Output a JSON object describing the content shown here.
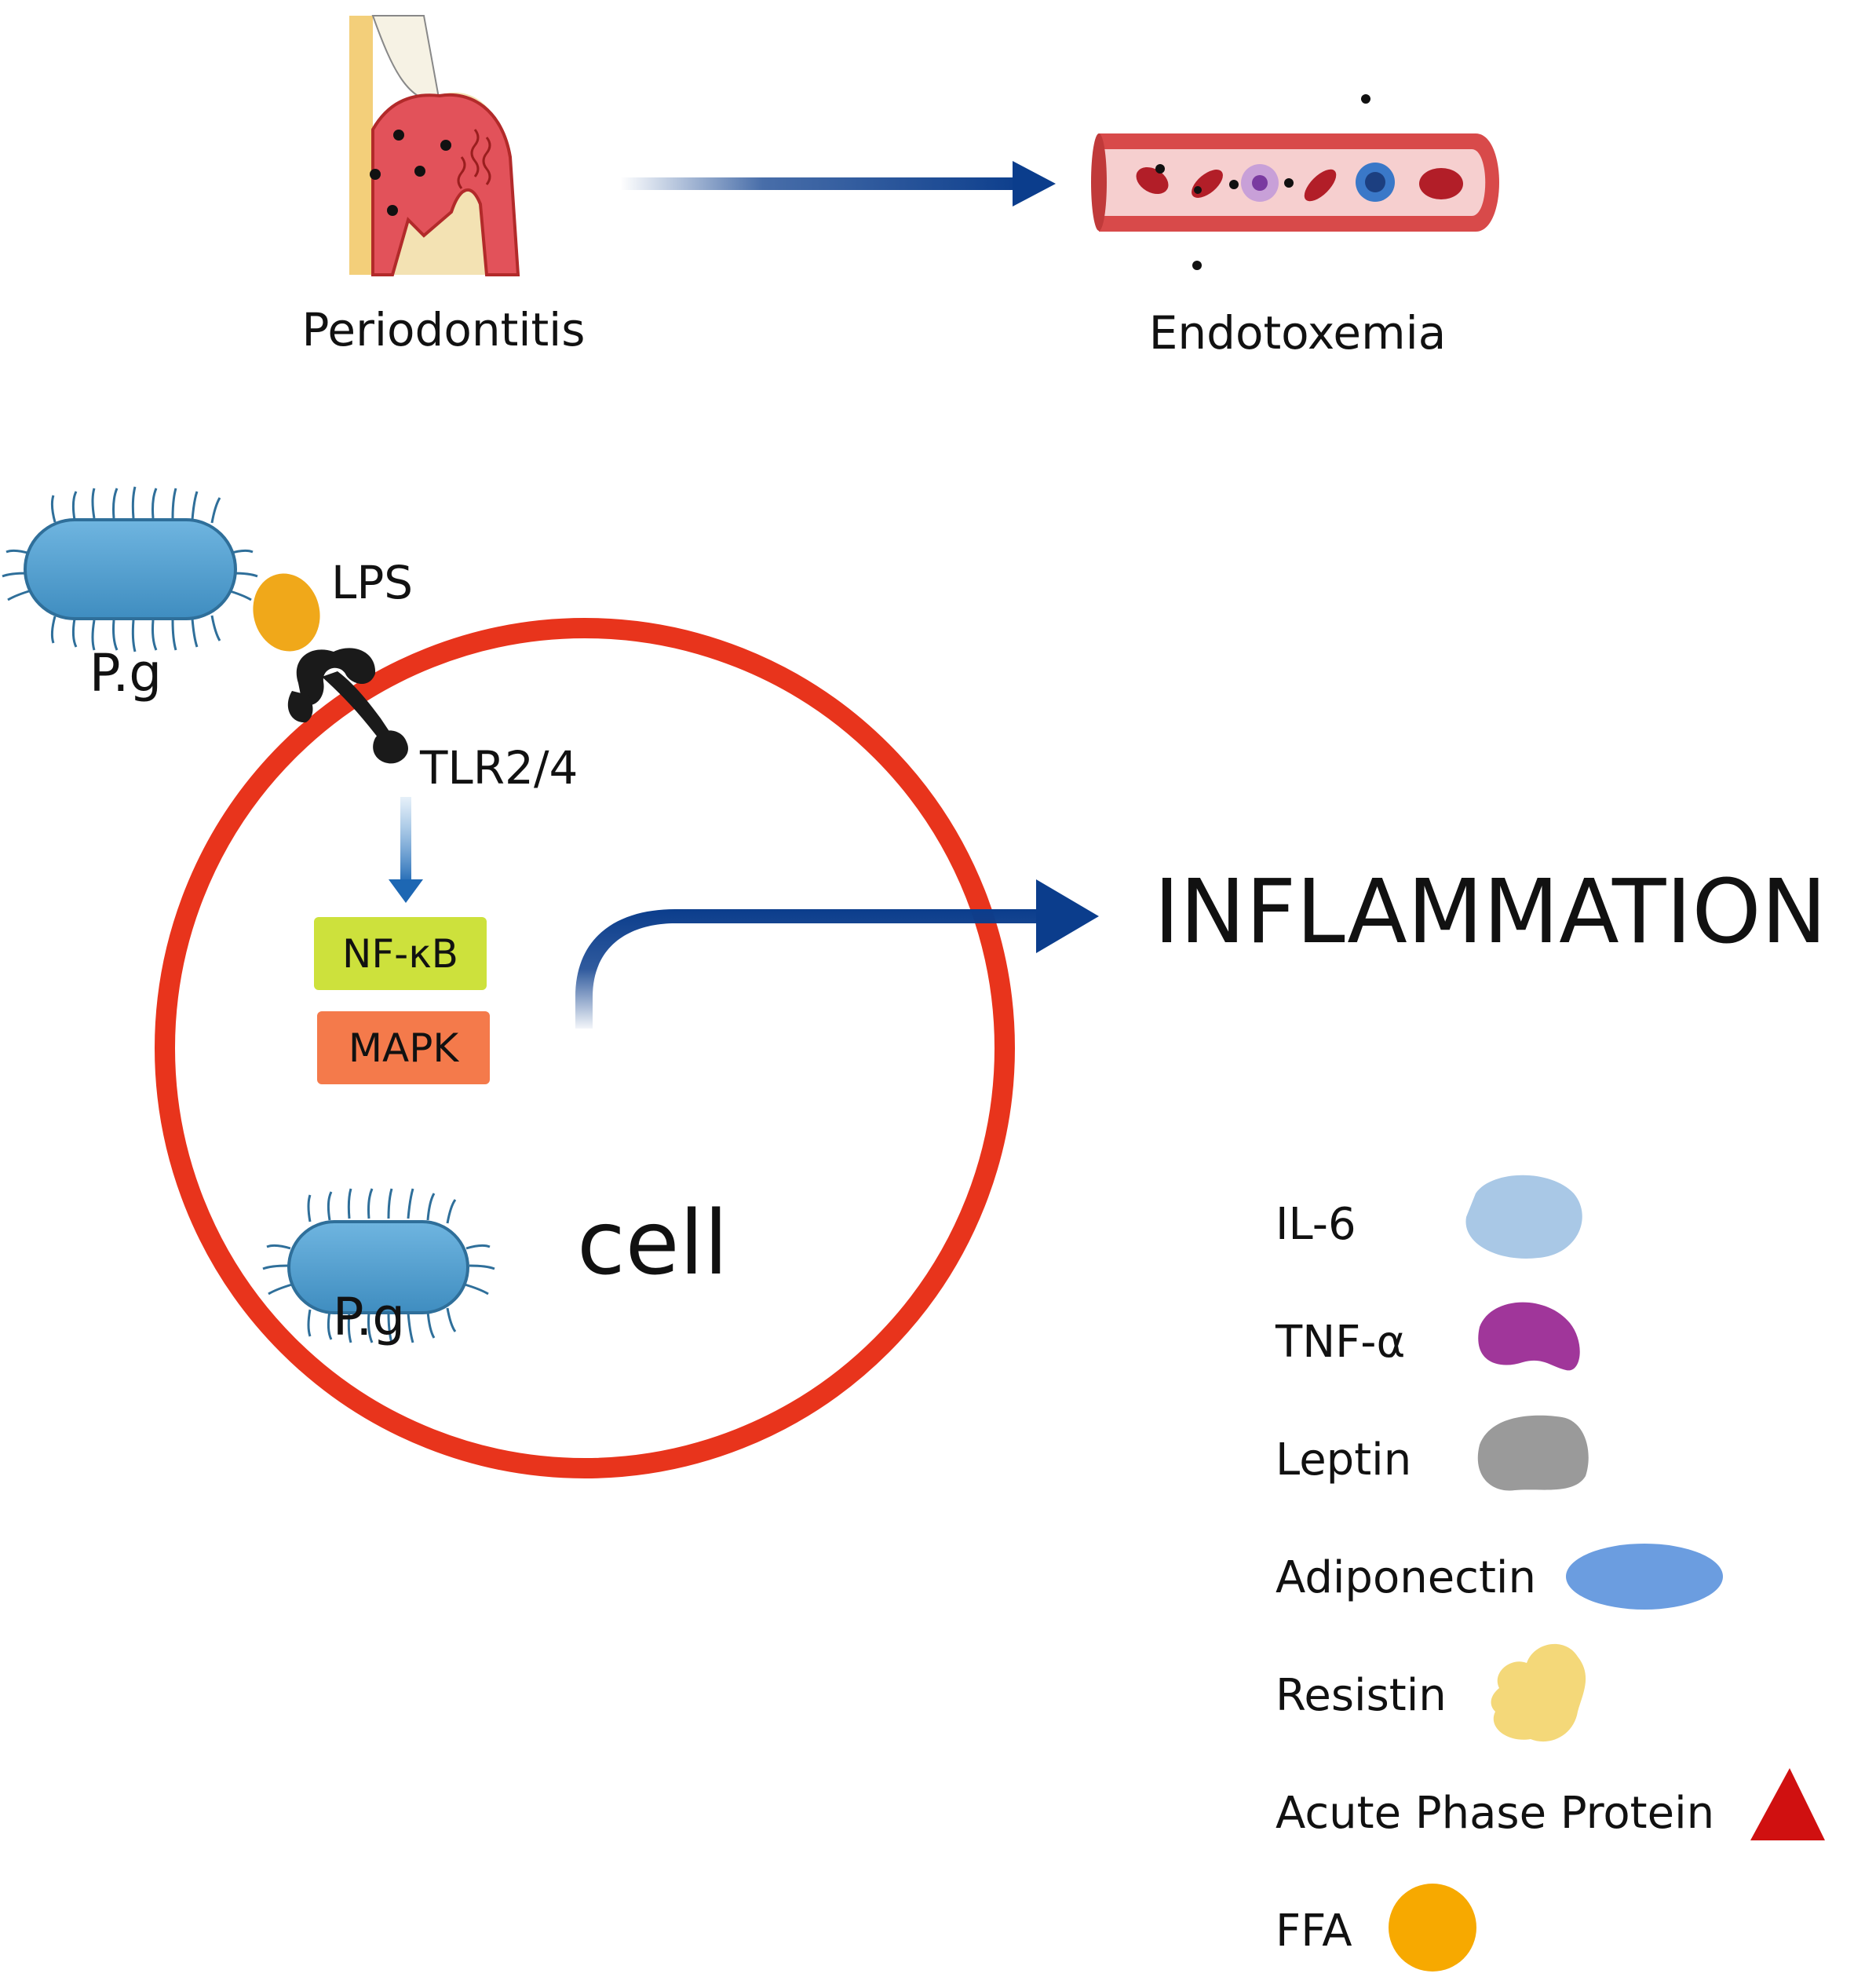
{
  "top_row": {
    "periodontitis_label": "Periodontitis",
    "endotoxemia_label": "Endotoxemia"
  },
  "pathogen": {
    "outer_label": "P.g",
    "inner_label": "P.g",
    "lps_label": "LPS",
    "receptor_label": "TLR2/4"
  },
  "signaling": {
    "nfkb_label": "NF-κB",
    "mapk_label": "MAPK"
  },
  "cell_label": "cell",
  "outcome_label": "INFLAMMATION",
  "legend": {
    "items": [
      {
        "label": "IL-6",
        "color": "#a9c8e6",
        "shape": "blob"
      },
      {
        "label": "TNF-α",
        "color": "#a0369a",
        "shape": "bean"
      },
      {
        "label": "Leptin",
        "color": "#9a9a9a",
        "shape": "blob"
      },
      {
        "label": "Adiponectin",
        "color": "#6b9de0",
        "shape": "ellipse"
      },
      {
        "label": "Resistin",
        "color": "#f4d879",
        "shape": "lobed-blob"
      },
      {
        "label": "Acute Phase Protein",
        "color": "#d01010",
        "shape": "triangle"
      },
      {
        "label": "FFA",
        "color": "#f7a900",
        "shape": "circle"
      }
    ]
  },
  "colors": {
    "cell_membrane": "#e8341c",
    "arrow": "#0b3d8c",
    "bacterium": "#4f9fd0",
    "lps": "#f0a81a",
    "receptor": "#1a1a1a",
    "nfkb_box": "#cde13c",
    "mapk_box": "#f47a4b",
    "vessel": "#d84a4a"
  }
}
